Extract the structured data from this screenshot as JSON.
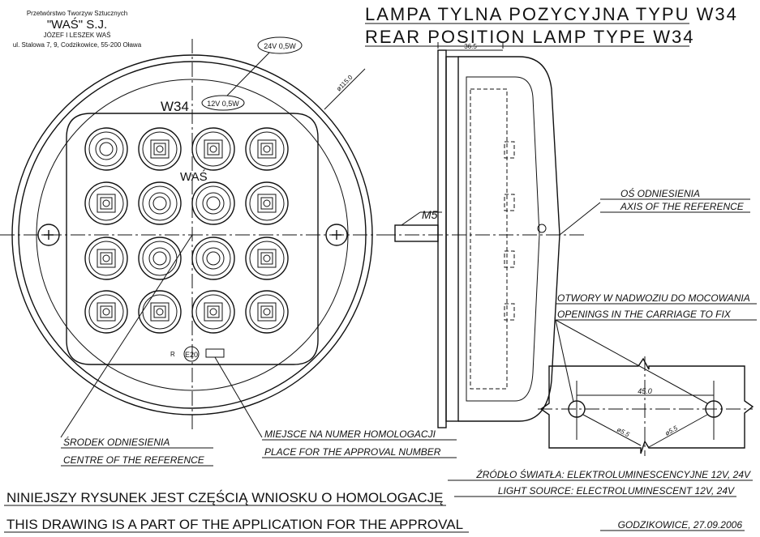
{
  "company": {
    "line1": "Przetwórstwo Tworzyw Sztucznych",
    "line2": "\"WAŚ\" S.J.",
    "line3": "JÓZEF I LESZEK WAŚ",
    "line4": "ul. Stalowa 7, 9, Codzikowice, 55-200 Oława"
  },
  "title": {
    "pl": "LAMPA TYLNA POZYCYJNA TYPU W34",
    "en": "REAR POSITION LAMP TYPE W34"
  },
  "front_view": {
    "label_24v": "24V 0,5W",
    "label_12v": "12V 0,5W",
    "model": "W34",
    "brand": "WAŚ",
    "diameter": "ø115.0",
    "approval_r": "R",
    "approval_mark": "E20"
  },
  "side_view": {
    "width_dim": "36.5",
    "thread": "M5",
    "axis_pl": "OŚ ODNIESIENIA",
    "axis_en": "AXIS OF THE REFERENCE"
  },
  "mounting": {
    "pl": "OTWORY W NADWOZIU DO MOCOWANIA",
    "en": "OPENINGS IN THE CARRIAGE TO FIX",
    "spacing": "45.0",
    "hole_left": "ø5.5",
    "hole_right": "ø5.5"
  },
  "callouts": {
    "centre_pl": "ŚRODEK ODNIESIENIA",
    "centre_en": "CENTRE OF THE REFERENCE",
    "approval_pl": "MIEJSCE NA NUMER HOMOLOGACJI",
    "approval_en": "PLACE FOR THE APPROVAL NUMBER"
  },
  "light_source": {
    "pl": "ŹRÓDŁO ŚWIATŁA: ELEKTROLUMINESCENCYJNE 12V, 24V",
    "en": "LIGHT SOURCE: ELECTROLUMINESCENT 12V, 24V"
  },
  "footer": {
    "pl": "NINIEJSZY RYSUNEK JEST CZĘŚCIĄ WNIOSKU O HOMOLOGACJĘ",
    "en": "THIS DRAWING IS A PART OF THE APPLICATION FOR THE APPROVAL",
    "place_date": "GODZIKOWICE, 27.09.2006"
  }
}
